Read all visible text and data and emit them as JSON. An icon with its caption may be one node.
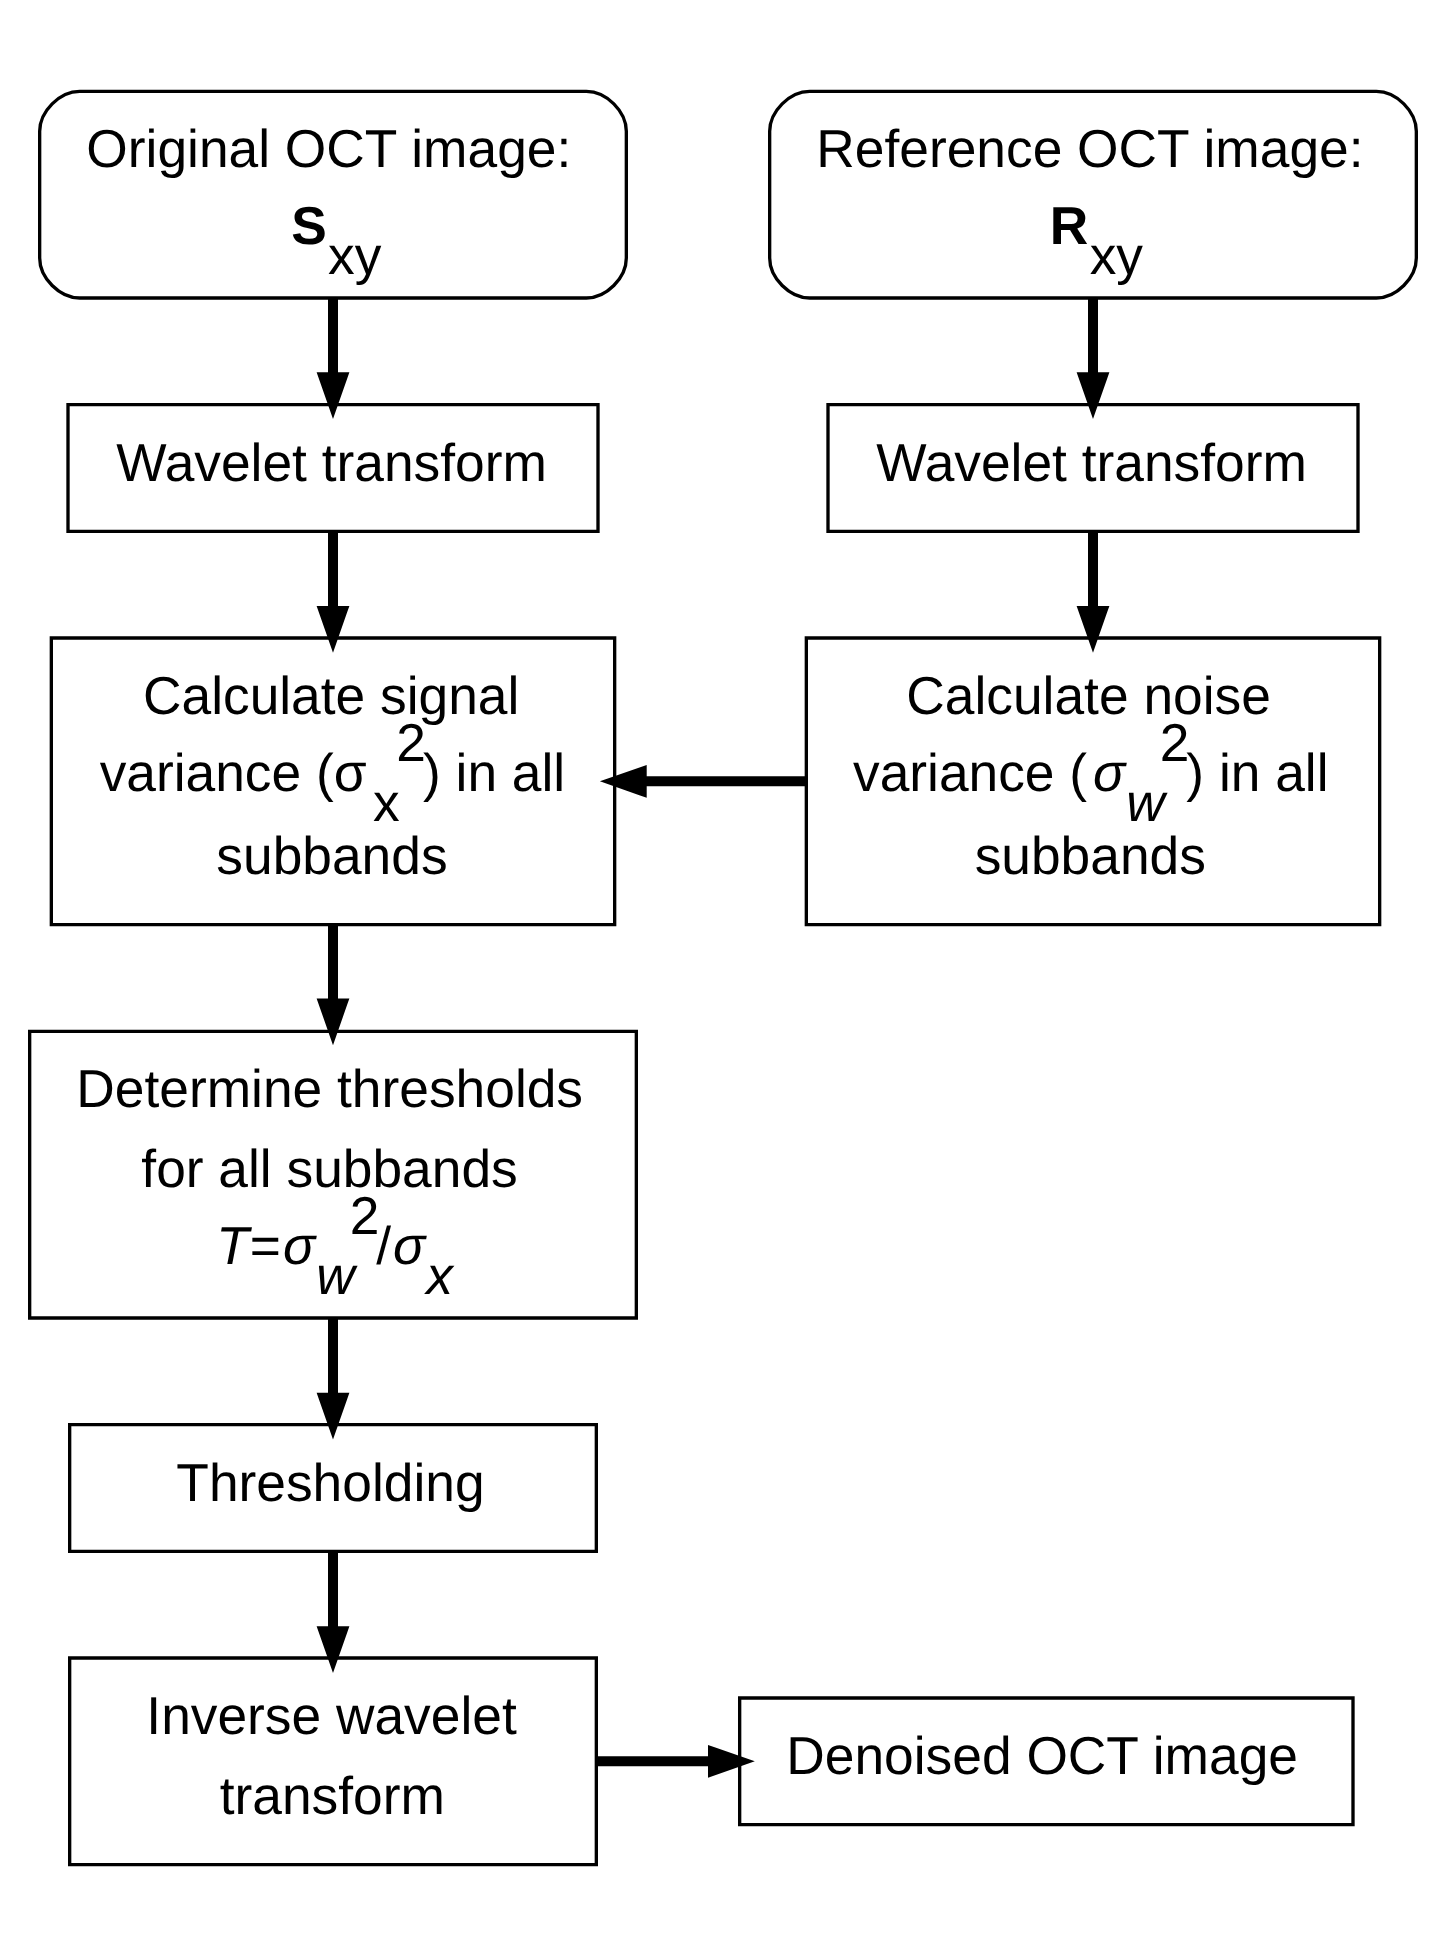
{
  "diagram": {
    "nodes": [
      {
        "text": [
          "Original OCT image: **S**$_{xy}$"
        ]
      },
      {
        "text": [
          "Reference OCT image: **R**$_{xy}$"
        ]
      },
      {
        "text": [
          "Wavelet transform"
        ]
      },
      {
        "text": [
          "Wavelet transform"
        ]
      },
      {
        "text": [
          "Calculate signal variance (σ$_{x}$$^{2}$) in all subbands"
        ]
      },
      {
        "text": [
          "Calculate noise variance (*σ$_{w}$*$^{2}$) in all subbands"
        ]
      },
      {
        "text": [
          "Determine thresholds for all subbands *T*=*σ$_{w}$*$^{2}$/*σ$_{x}$*"
        ]
      },
      {
        "text": [
          "Thresholding"
        ]
      },
      {
        "text": [
          "Inverse wavelet transform"
        ]
      },
      {
        "text": [
          "Denoised OCT image"
        ]
      }
    ],
    "edges": [
      {
        "from": 0,
        "to": 2,
        "arrow": "to"
      },
      {
        "from": 1,
        "to": 3,
        "arrow": "to"
      },
      {
        "from": 2,
        "to": 4,
        "arrow": "to"
      },
      {
        "from": 3,
        "to": 5,
        "arrow": "to"
      },
      {
        "from": 5,
        "to": 4,
        "arrow": "to"
      },
      {
        "from": 4,
        "to": 6,
        "arrow": "to"
      },
      {
        "from": 6,
        "to": 7,
        "arrow": "to"
      },
      {
        "from": 7,
        "to": 8,
        "arrow": "to"
      },
      {
        "from": 8,
        "to": 9,
        "arrow": "to"
      }
    ]
  }
}
